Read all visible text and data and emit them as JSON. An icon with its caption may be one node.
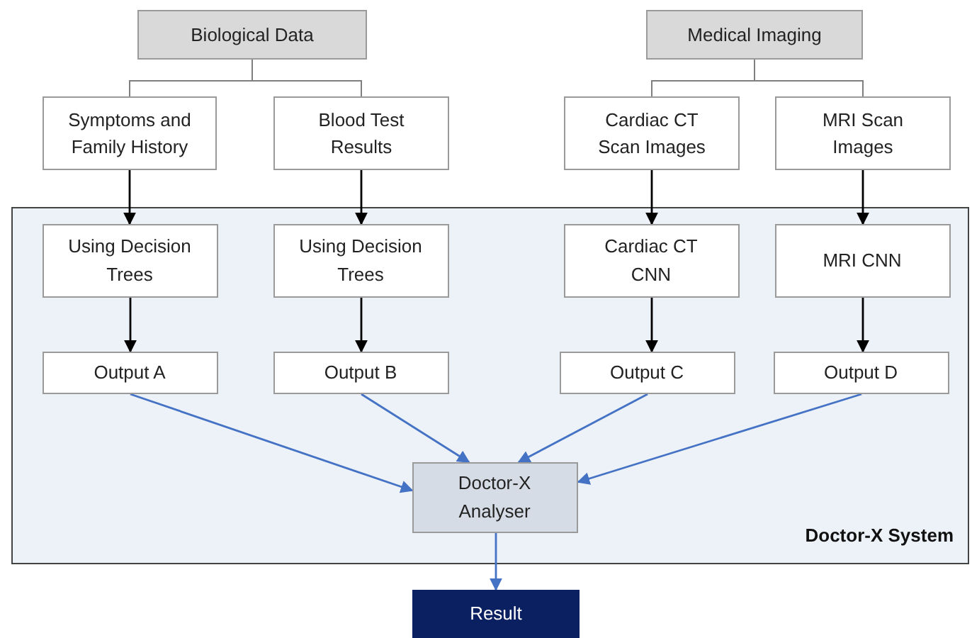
{
  "diagram": {
    "nodes": [
      {
        "text": [
          "Biological Data"
        ]
      },
      {
        "text": [
          "Medical Imaging"
        ]
      },
      {
        "text": [
          "Symptoms and Family History"
        ]
      },
      {
        "text": [
          "Blood Test Results"
        ]
      },
      {
        "text": [
          "Cardiac CT Scan Images"
        ]
      },
      {
        "text": [
          "MRI Scan Images"
        ]
      },
      {
        "text": [
          "Doctor-X System"
        ]
      },
      {
        "text": [
          "Using Decision Trees"
        ],
        "in": 6
      },
      {
        "text": [
          "Using Decision Trees"
        ],
        "in": 6
      },
      {
        "text": [
          "Cardiac CT CNN"
        ],
        "in": 6
      },
      {
        "text": [
          "MRI CNN"
        ],
        "in": 6
      },
      {
        "text": [
          "Output A"
        ],
        "in": 6
      },
      {
        "text": [
          "Output B"
        ],
        "in": 6
      },
      {
        "text": [
          "Output C"
        ],
        "in": 6
      },
      {
        "text": [
          "Output D"
        ],
        "in": 6
      },
      {
        "text": [
          "Doctor-X Analyser"
        ],
        "in": 6
      },
      {
        "text": [
          "Result"
        ]
      }
    ],
    "edges": [
      {
        "from": 0,
        "to": 2,
        "arrow": "none",
        "color": "#7f7f7f"
      },
      {
        "from": 0,
        "to": 3,
        "arrow": "none",
        "color": "#7f7f7f"
      },
      {
        "from": 1,
        "to": 4,
        "arrow": "none",
        "color": "#7f7f7f"
      },
      {
        "from": 1,
        "to": 5,
        "arrow": "none",
        "color": "#7f7f7f"
      },
      {
        "from": 2,
        "to": 7,
        "arrow": "to"
      },
      {
        "from": 3,
        "to": 8,
        "arrow": "to"
      },
      {
        "from": 4,
        "to": 9,
        "arrow": "to"
      },
      {
        "from": 5,
        "to": 10,
        "arrow": "to"
      },
      {
        "from": 7,
        "to": 11,
        "arrow": "to"
      },
      {
        "from": 8,
        "to": 12,
        "arrow": "to"
      },
      {
        "from": 9,
        "to": 13,
        "arrow": "to"
      },
      {
        "from": 10,
        "to": 14,
        "arrow": "to"
      },
      {
        "from": 11,
        "to": 15,
        "arrow": "to",
        "color": "#4472c4"
      },
      {
        "from": 12,
        "to": 15,
        "arrow": "to",
        "color": "#4472c4"
      },
      {
        "from": 13,
        "to": 15,
        "arrow": "to",
        "color": "#4472c4"
      },
      {
        "from": 14,
        "to": 15,
        "arrow": "to",
        "color": "#4472c4"
      },
      {
        "from": 15,
        "to": 16,
        "arrow": "to",
        "color": "#4472c4"
      }
    ]
  }
}
